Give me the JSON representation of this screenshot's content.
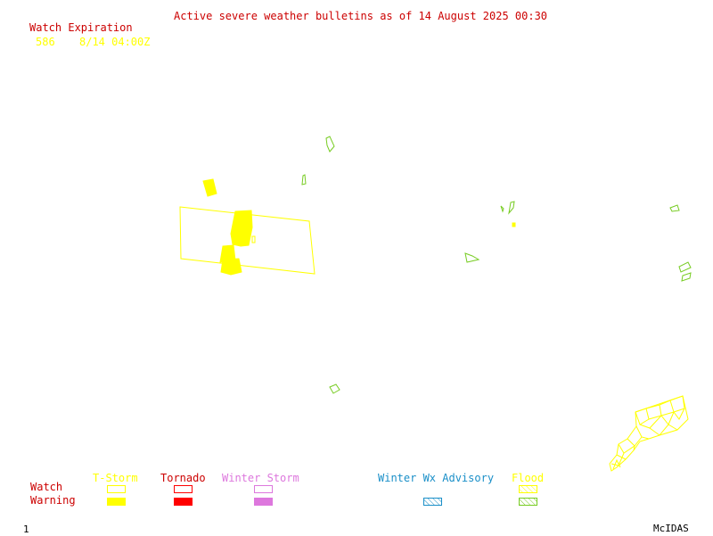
{
  "header": {
    "title": "Active severe weather bulletins as of 14 August 2025 00:30",
    "watch_expiration_label": "Watch Expiration",
    "watch_number": "586",
    "watch_expiration_time": "8/14 04:00Z"
  },
  "legend": {
    "watch_label": "Watch",
    "warning_label": "Warning",
    "categories": {
      "tstorm": "T-Storm",
      "tornado": "Tornado",
      "winter_storm": "Winter Storm",
      "winter_wx_advisory": "Winter Wx Advisory",
      "flood": "Flood"
    }
  },
  "footer": {
    "frame_number": "1",
    "software": "McIDAS"
  },
  "colors": {
    "text_red": "#cc0000",
    "yellow": "#ffff00",
    "tornado_red": "#ff0000",
    "winter_storm": "#dd77dd",
    "advisory_blue": "#1a8fc8",
    "flood_green": "#77cc22"
  }
}
